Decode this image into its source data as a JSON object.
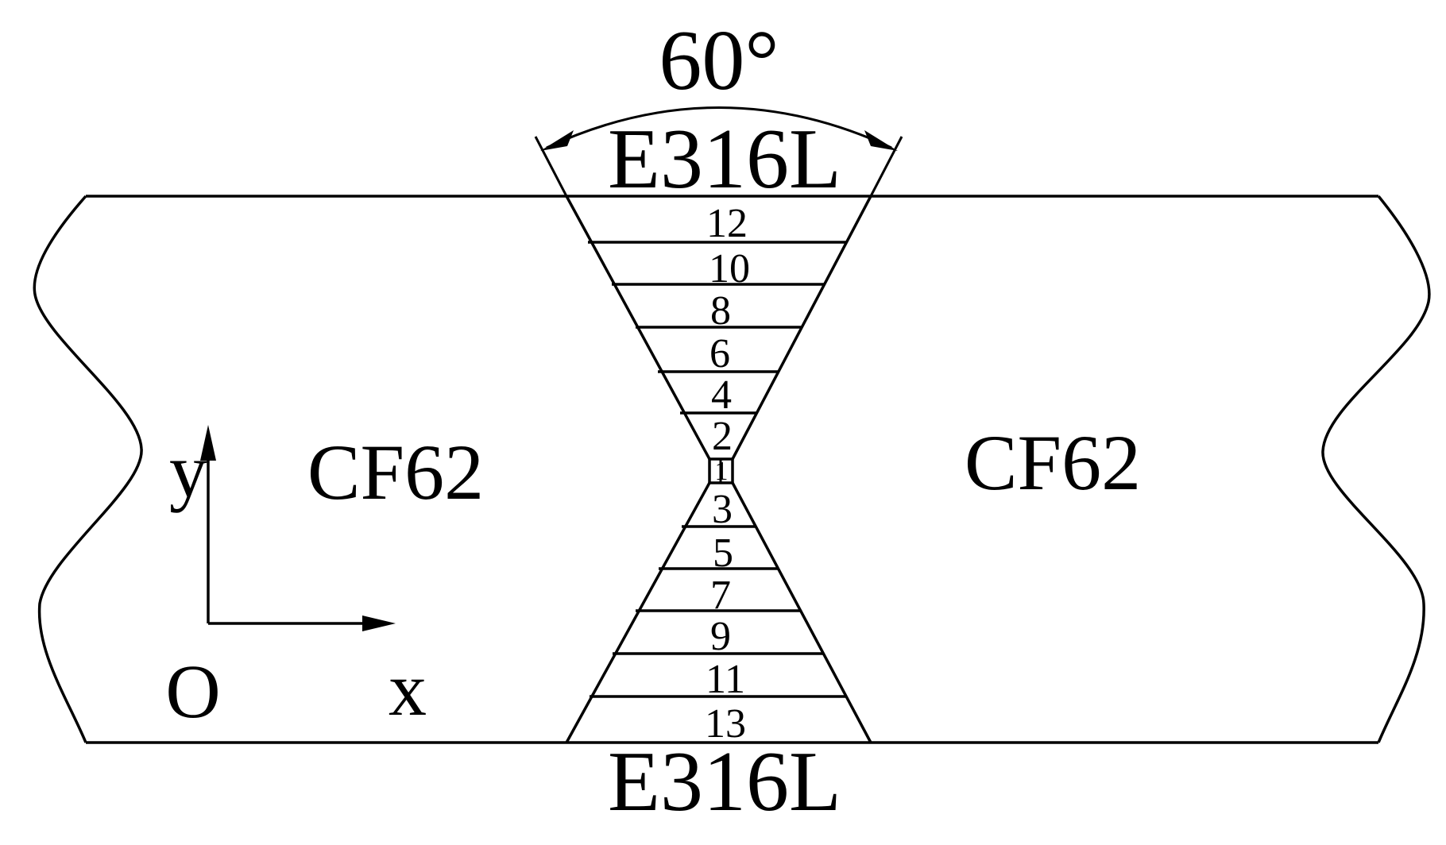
{
  "angle_label": "60°",
  "filler_top": "E316L",
  "filler_bottom": "E316L",
  "base_left": "CF62",
  "base_right": "CF62",
  "axis": {
    "y_label": "y",
    "x_label": "x",
    "origin_label": "O"
  },
  "passes": {
    "root": "1",
    "top": [
      "12",
      "10",
      "8",
      "6",
      "4",
      "2"
    ],
    "bottom": [
      "3",
      "5",
      "7",
      "9",
      "11",
      "13"
    ]
  }
}
